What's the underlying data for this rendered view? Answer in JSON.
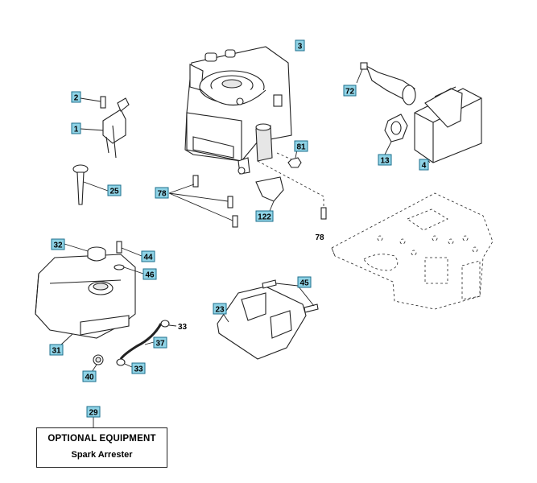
{
  "callouts": {
    "c1": "1",
    "c2": "2",
    "c3": "3",
    "c4": "4",
    "c13": "13",
    "c23": "23",
    "c25": "25",
    "c29": "29",
    "c31": "31",
    "c32": "32",
    "c33a": "33",
    "c33b": "33",
    "c37": "37",
    "c40": "40",
    "c44": "44",
    "c45": "45",
    "c46": "46",
    "c72": "72",
    "c78a": "78",
    "c78b": "78",
    "c81": "81",
    "c122": "122"
  },
  "option_box": {
    "title": "OPTIONAL EQUIPMENT",
    "subtitle": "Spark Arrester"
  }
}
